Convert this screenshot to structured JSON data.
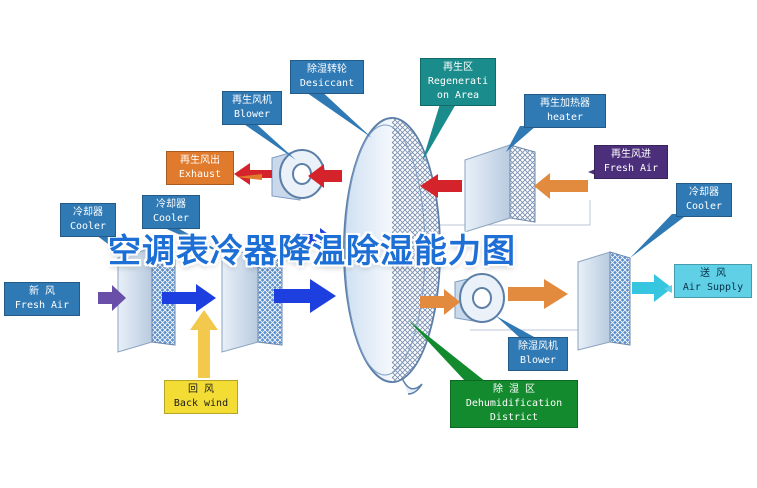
{
  "banner_title": "空调表冷器降温除湿能力图",
  "labels": {
    "desiccant_wheel": {
      "zh": "除湿转轮",
      "en": "Desiccant"
    },
    "regeneration_area": {
      "zh": "再生区",
      "en1": "Regenerati",
      "en2": "on Area"
    },
    "regen_blower": {
      "zh": "再生风机",
      "en": "Blower"
    },
    "regen_heater": {
      "zh": "再生加热器",
      "en": "heater"
    },
    "regen_exhaust": {
      "zh": "再生风出",
      "en": "Exhaust"
    },
    "regen_fresh_air": {
      "zh": "再生风进",
      "en": "Fresh Air"
    },
    "cooler_left": {
      "zh": "冷却器",
      "en": "Cooler"
    },
    "cooler_mid": {
      "zh": "冷却器",
      "en": "Cooler"
    },
    "cooler_right": {
      "zh": "冷却器",
      "en": "Cooler"
    },
    "fresh_air_in": {
      "zh": "新    风",
      "en": "Fresh Air"
    },
    "air_supply": {
      "zh": "送  风",
      "en": "Air Supply"
    },
    "back_wind": {
      "zh": "回    风",
      "en": "Back wind"
    },
    "process_blower": {
      "zh": "除湿风机",
      "en": "Blower"
    },
    "dehumid_district": {
      "zh": "除    湿    区",
      "en1": "Dehumidification",
      "en2": "District"
    }
  },
  "colors": {
    "label_blue": "#2f79b5",
    "label_orange": "#e07a2c",
    "label_purple": "#4b2f7a",
    "label_cyan": "#5fd0e6",
    "label_yellow": "#f3dd35",
    "label_green": "#138a2e",
    "arrow_blue": "#1e3fe0",
    "arrow_red": "#d4232a",
    "arrow_orange": "#e28a3d",
    "arrow_yellow": "#f2c94c",
    "arrow_purple": "#6a4fa8",
    "arrow_cyan": "#36c6e0",
    "title_blue": "#1d6fd6"
  }
}
